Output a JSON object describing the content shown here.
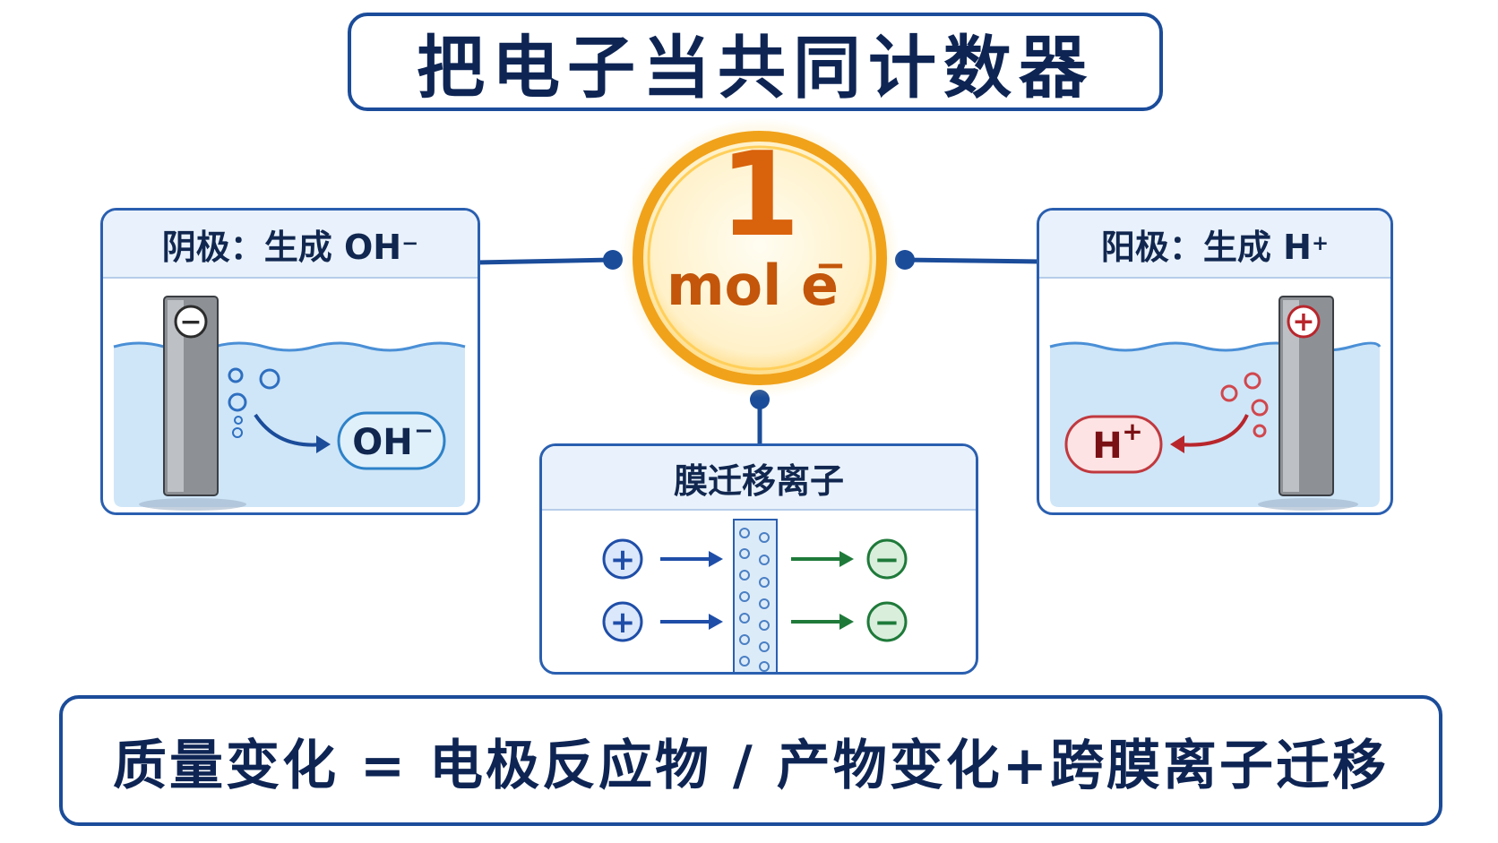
{
  "title": "把电子当共同计数器",
  "center": {
    "number": "1",
    "unit": "mol e",
    "charge": "−"
  },
  "cathode": {
    "label": "阴极：生成 OH",
    "label_sup": "−",
    "electrode_sign": "−",
    "ion": "OH",
    "ion_sup": "−"
  },
  "anode": {
    "label": "阳极：生成 H",
    "label_sup": "+",
    "electrode_sign": "+",
    "ion": "H",
    "ion_sup": "+"
  },
  "membrane": {
    "label": "膜迁移离子",
    "left_sign": "+",
    "right_sign": "−"
  },
  "formula": "质量变化 = 电极反应物 / 产物变化+跨膜离子迁移",
  "colors": {
    "navy": "#1b4c9a",
    "water": "#cfe6f8",
    "sun_orange": "#f0a21a",
    "cation_blue": "#1f4ea8",
    "anion_green": "#1f7a3a",
    "proton_red": "#b8262c"
  }
}
